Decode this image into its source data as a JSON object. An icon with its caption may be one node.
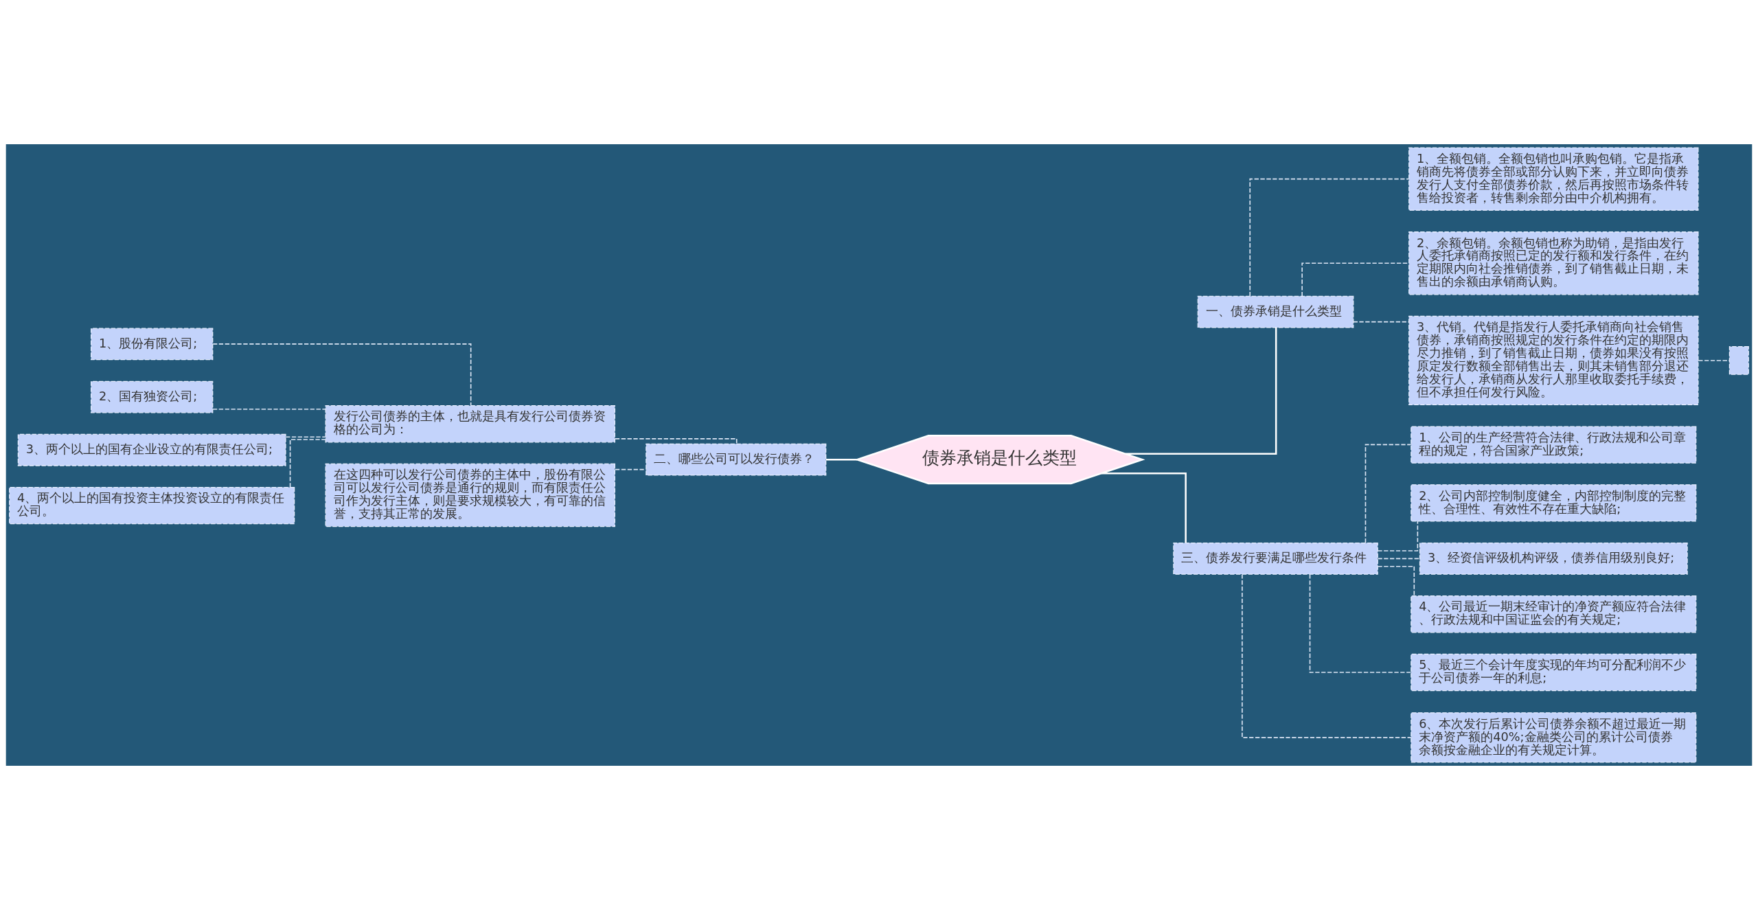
{
  "diagram": {
    "nodes": [
      {
        "text": [
          "债券承销是什么类型"
        ]
      },
      {
        "text": [
          "一、债券承销是什么类型"
        ]
      },
      {
        "text": [
          "1、全额包销。全额包销也叫承购包销。它是指承销商先将债券全部或部分认购下来，并立即向债券发行人支付全部债券价款，然后再按照市场条件转售给投资者，转售剩余部分由中介机构拥有。"
        ]
      },
      {
        "text": [
          "2、余额包销。余额包销也称为助销，是指由发行人委托承销商按照已定的发行额和发行条件，在约定期限内向社会推销债券，到了销售截止日期，未售出的余额由承销商认购。"
        ]
      },
      {
        "text": [
          "3、代销。代销是指发行人委托承销商向社会销售债券，承销商按照规定的发行条件在约定的期限内尽力推销，到了销售截止日期，债券如果没有按照原定发行数额全部销售出去，则其未销售部分退还给发行人，承销商从发行人那里收取委托手续费，但不承担任何发行风险。"
        ]
      },
      {
        "text": [],
        "shape": "box"
      },
      {
        "text": [
          "二、哪些公司可以发行债券？"
        ]
      },
      {
        "text": [
          "发行公司债券的主体，也就是具有发行公司债券资格的公司为："
        ]
      },
      {
        "text": [
          "1、股份有限公司;"
        ]
      },
      {
        "text": [
          "2、国有独资公司;"
        ]
      },
      {
        "text": [
          "3、两个以上的国有企业设立的有限责任公司;"
        ]
      },
      {
        "text": [
          "4、两个以上的国有投资主体投资设立的有限责任公司。"
        ]
      },
      {
        "text": [
          "在这四种可以发行公司债券的主体中，股份有限公司可以发行公司债券是通行的规则，而有限责任公司作为发行主体，则是要求规模较大，有可靠的信誉，支持其正常的发展。"
        ]
      },
      {
        "text": [
          "三、债券发行要满足哪些发行条件"
        ]
      },
      {
        "text": [
          "1、公司的生产经营符合法律、行政法规和公司章程的规定，符合国家产业政策;"
        ]
      },
      {
        "text": [
          "2、公司内部控制制度健全，内部控制制度的完整性、合理性、有效性不存在重大缺陷;"
        ]
      },
      {
        "text": [
          "3、经资信评级机构评级，债券信用级别良好;"
        ]
      },
      {
        "text": [
          "4、公司最近一期末经审计的净资产额应符合法律、行政法规和中国证监会的有关规定;"
        ]
      },
      {
        "text": [
          "5、最近三个会计年度实现的年均可分配利润不少于公司债券一年的利息;"
        ]
      },
      {
        "text": [
          "6、本次发行后累计公司债券余额不超过最近一期末净资产额的40%;金融类公司的累计公司债券余额按金融企业的有关规定计算。"
        ]
      }
    ],
    "edges": [
      {
        "from": 0,
        "to": 1,
        "arrow": "none"
      },
      {
        "from": 1,
        "to": 2,
        "arrow": "none",
        "style": "dashed"
      },
      {
        "from": 1,
        "to": 3,
        "arrow": "none",
        "style": "dashed"
      },
      {
        "from": 1,
        "to": 4,
        "arrow": "none",
        "style": "dashed"
      },
      {
        "from": 4,
        "to": 5,
        "arrow": "none",
        "style": "dashed"
      },
      {
        "from": 0,
        "to": 6,
        "arrow": "none"
      },
      {
        "from": 6,
        "to": 7,
        "arrow": "none",
        "style": "dashed"
      },
      {
        "from": 7,
        "to": 8,
        "arrow": "none",
        "style": "dashed"
      },
      {
        "from": 7,
        "to": 9,
        "arrow": "none",
        "style": "dashed"
      },
      {
        "from": 7,
        "to": 10,
        "arrow": "none",
        "style": "dashed"
      },
      {
        "from": 7,
        "to": 11,
        "arrow": "none",
        "style": "dashed"
      },
      {
        "from": 6,
        "to": 12,
        "arrow": "none",
        "style": "dashed"
      },
      {
        "from": 0,
        "to": 13,
        "arrow": "none"
      },
      {
        "from": 13,
        "to": 14,
        "arrow": "none",
        "style": "dashed"
      },
      {
        "from": 13,
        "to": 15,
        "arrow": "none",
        "style": "dashed"
      },
      {
        "from": 13,
        "to": 16,
        "arrow": "none",
        "style": "dashed"
      },
      {
        "from": 13,
        "to": 17,
        "arrow": "none",
        "style": "dashed"
      },
      {
        "from": 13,
        "to": 18,
        "arrow": "none",
        "style": "dashed"
      },
      {
        "from": 13,
        "to": 19,
        "arrow": "none",
        "style": "dashed"
      }
    ]
  }
}
